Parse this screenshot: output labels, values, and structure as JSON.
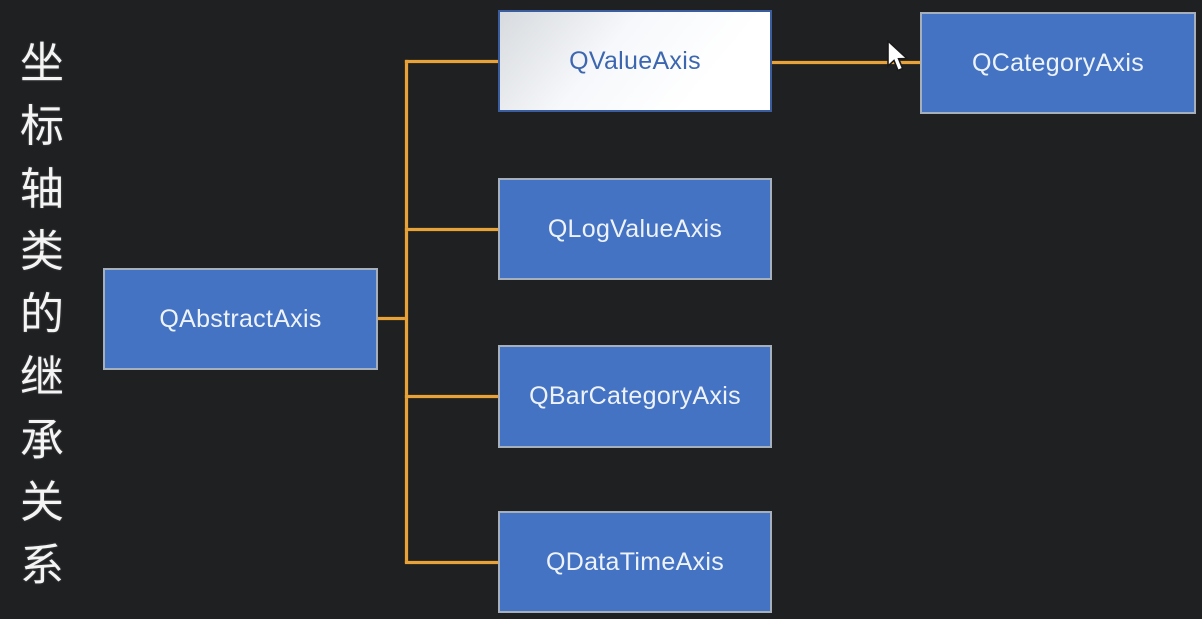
{
  "title": {
    "text": "坐标轴类的继承关系"
  },
  "diagram": {
    "description": "inheritance tree of Qt axis classes",
    "root": {
      "label": "QAbstractAxis"
    },
    "children": [
      {
        "label": "QValueAxis",
        "selected": true
      },
      {
        "label": "QLogValueAxis",
        "selected": false
      },
      {
        "label": "QBarCategoryAxis",
        "selected": false
      },
      {
        "label": "QDataTimeAxis",
        "selected": false
      }
    ],
    "grandchildren": [
      {
        "label": "QCategoryAxis",
        "parent": "QValueAxis"
      }
    ]
  },
  "colors": {
    "background": "#1f2022",
    "node_fill": "#4573c4",
    "node_border": "#a6afbc",
    "selected_fill": "#ffffff",
    "selected_text": "#3c67b0",
    "connector": "#e8a23a",
    "node_text": "#eef3fa",
    "title_text": "#f4f4f4"
  },
  "icons": {
    "cursor": "mouse-pointer-arrow"
  }
}
